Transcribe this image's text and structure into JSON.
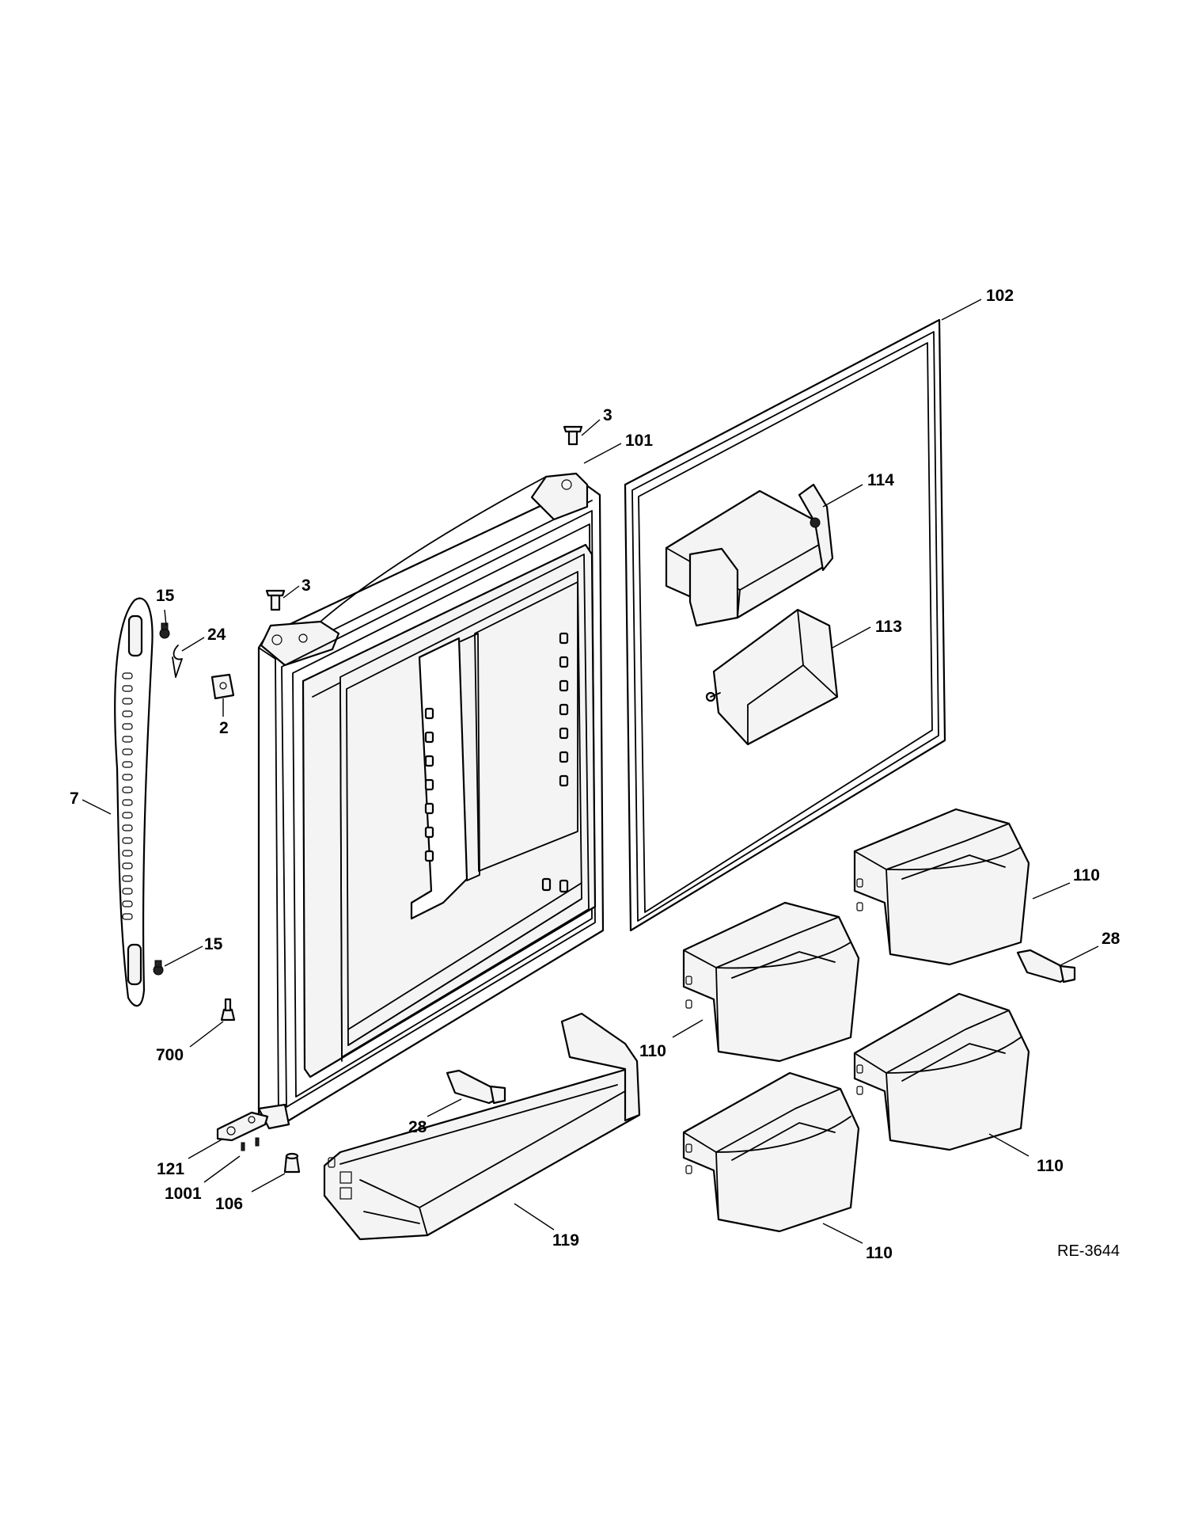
{
  "drawing_ref": "RE-3644",
  "callouts": {
    "c102": "102",
    "c3_top": "3",
    "c101": "101",
    "c114": "114",
    "c113": "113",
    "c3_left": "3",
    "c15_top": "15",
    "c24": "24",
    "c2": "2",
    "c7": "7",
    "c15_bottom": "15",
    "c700": "700",
    "c110_a": "110",
    "c28_right": "28",
    "c110_b": "110",
    "c110_c": "110",
    "c110_d": "110",
    "c28_mid": "28",
    "c121": "121",
    "c1001": "1001",
    "c106": "106",
    "c119": "119"
  }
}
